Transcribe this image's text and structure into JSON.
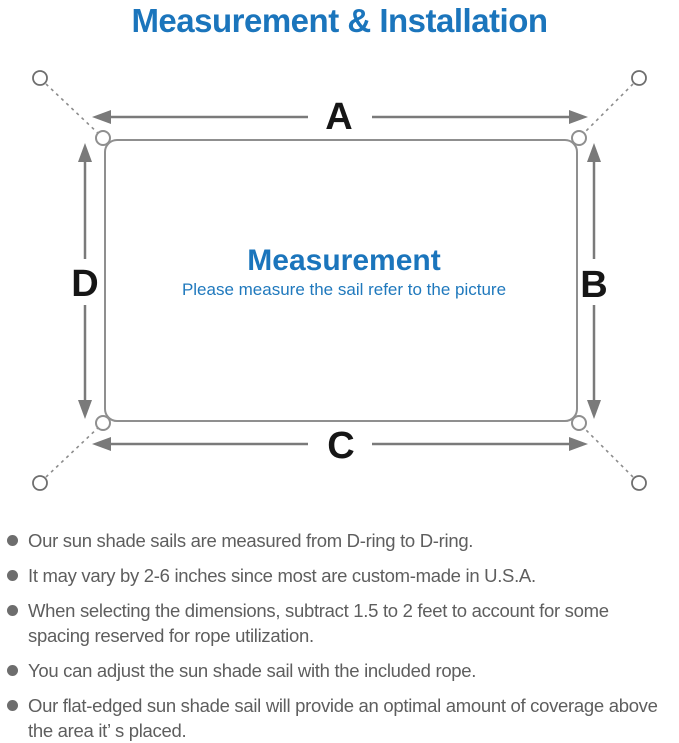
{
  "title": "Measurement & Installation",
  "diagram": {
    "labels": {
      "top": "A",
      "right": "B",
      "bottom": "C",
      "left": "D"
    },
    "center_heading": "Measurement",
    "center_subheading": "Please measure the sail refer to the picture"
  },
  "notes": [
    "Our sun shade sails are measured from D-ring to D-ring.",
    "It may vary by 2-6 inches since most are custom-made in U.S.A.",
    "When selecting the dimensions, subtract 1.5 to 2 feet to account for some spacing reserved for rope utilization.",
    "You can adjust the sun shade sail with the included rope.",
    "Our flat-edged sun shade sail will provide an optimal amount of coverage above the area it’ s placed."
  ],
  "colors": {
    "accent_blue": "#1b75bc",
    "subheading_blue": "#2079bd",
    "dimension_label_black": "#161616",
    "arrow_gray": "#7a7a7a",
    "outline_gray": "#8f8f8f",
    "anchor_ring_gray": "#6e6e6e",
    "note_text_gray": "#5e5e5e",
    "bullet_gray": "#6d6d6d"
  }
}
